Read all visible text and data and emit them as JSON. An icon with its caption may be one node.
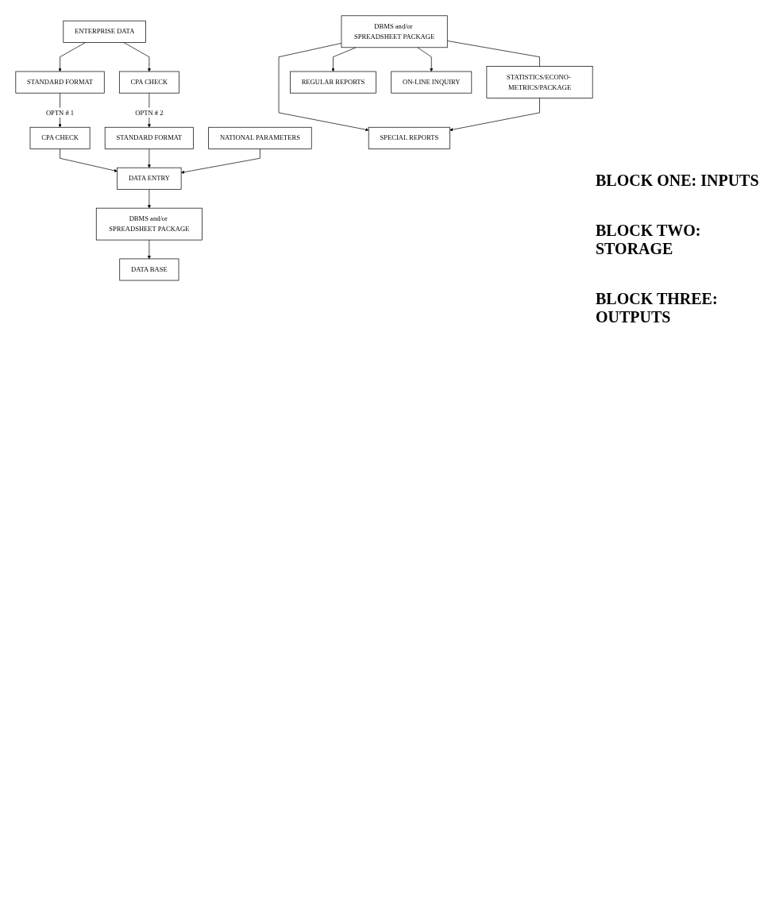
{
  "diagram": {
    "nodes": [
      {
        "text": [
          "ENTERPRISE DATA"
        ]
      },
      {
        "text": [
          "NATIONAL PARAMETERS"
        ]
      },
      {
        "text": [
          "STANDARD FORMAT"
        ]
      },
      {
        "text": [
          "CPA CHECK"
        ]
      },
      {
        "text": [
          "CPA CHECK"
        ]
      },
      {
        "text": [
          "STANDARD FORMAT"
        ]
      },
      {
        "text": [
          "DATA ENTRY"
        ]
      },
      {
        "text": [
          "DBMS and/or SPREADSHEET PACKAGE"
        ]
      },
      {
        "text": [
          "DATA BASE"
        ]
      },
      {
        "text": [
          "DBMS and/or SPREADSHEET PACKAGE"
        ]
      },
      {
        "text": [
          "STATISTICS/ECONO- METRICS/PACKAGE"
        ]
      },
      {
        "text": [
          "REGULAR REPORTS"
        ]
      },
      {
        "text": [
          "ON-LINE INQUIRY"
        ]
      },
      {
        "text": [
          "SPECIAL REPORTS"
        ]
      }
    ],
    "edges": [
      {
        "from": 0,
        "to": 2,
        "arrow": "to"
      },
      {
        "from": 0,
        "to": 3,
        "arrow": "to"
      },
      {
        "from": 2,
        "to": 4,
        "arrow": "to",
        "label": "OPTN # 1"
      },
      {
        "from": 3,
        "to": 5,
        "arrow": "to",
        "label": "OPTN # 2"
      },
      {
        "from": 4,
        "to": 6,
        "arrow": "to"
      },
      {
        "from": 5,
        "to": 6,
        "arrow": "to"
      },
      {
        "from": 1,
        "to": 6,
        "arrow": "to"
      },
      {
        "from": 6,
        "to": 7,
        "arrow": "to"
      },
      {
        "from": 7,
        "to": 8,
        "arrow": "to"
      },
      {
        "from": 9,
        "to": 10,
        "arrow": "none"
      },
      {
        "from": 9,
        "to": 11,
        "arrow": "to"
      },
      {
        "from": 9,
        "to": 12,
        "arrow": "to"
      },
      {
        "from": 9,
        "to": 13,
        "arrow": "to"
      },
      {
        "from": 10,
        "to": 13,
        "arrow": "to"
      }
    ],
    "labels": [
      "BLOCK ONE: INPUTS",
      "BLOCK TWO: STORAGE",
      "BLOCK THREE: OUTPUTS"
    ]
  }
}
